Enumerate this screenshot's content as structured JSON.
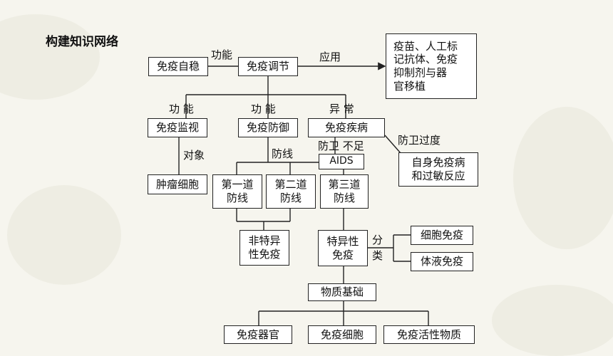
{
  "title": "构建知识网络",
  "nodes": {
    "immune_homeostasis": "免疫自稳",
    "immune_regulation": "免疫调节",
    "applications": "疫苗、人工标\n记抗体、免疫\n抑制剂与器\n官移植",
    "immune_surveillance": "免疫监视",
    "immune_defense": "免疫防御",
    "immune_disease": "免疫疾病",
    "aids": "AIDS",
    "autoimmune_allergy": "自身免疫病\n和过敏反应",
    "tumor_cells": "肿瘤细胞",
    "first_line": "第一道\n防线",
    "second_line": "第二道\n防线",
    "third_line": "第三道\n防线",
    "nonspecific": "非特异\n性免疫",
    "specific": "特异性\n免疫",
    "cellular": "细胞免疫",
    "humoral": "体液免疫",
    "material_basis": "物质基础",
    "organs": "免疫器官",
    "cells": "免疫细胞",
    "active_substances": "免疫活性物质"
  },
  "labels": {
    "function_top": "功能",
    "application": "应用",
    "function_a": "功  能",
    "function_b": "功  能",
    "abnormal": "异  常",
    "target": "对象",
    "defense_lines": "防线",
    "defense_deficient": "防卫  不足",
    "defense_excess": "防卫过度",
    "classify": "分\n类"
  }
}
